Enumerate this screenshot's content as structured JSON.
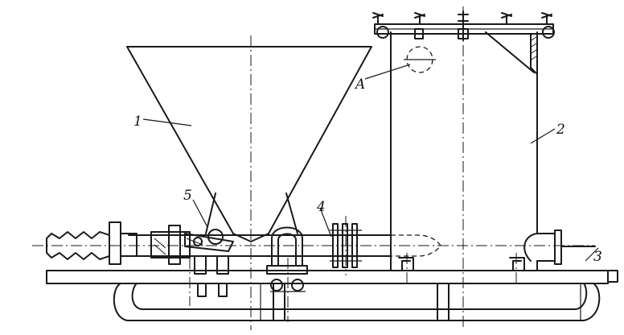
{
  "labels": {
    "hopper": "1",
    "tank": "2",
    "frame": "3",
    "pipe": "4",
    "valve": "5",
    "detail": "A"
  }
}
